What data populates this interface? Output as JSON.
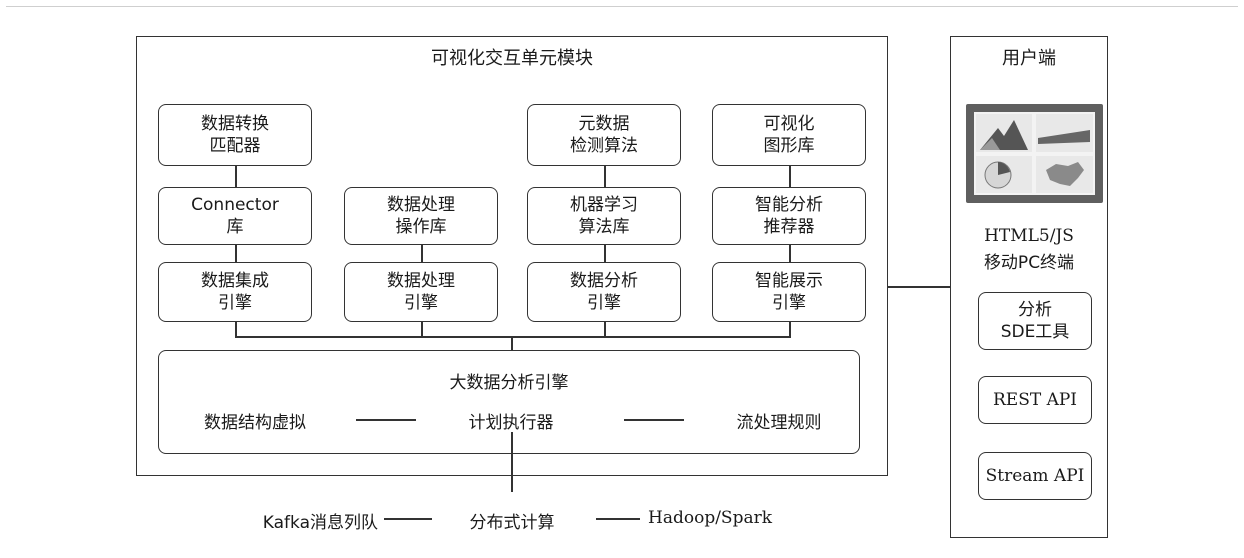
{
  "outer_module": {
    "title": "可视化交互单元模块"
  },
  "user_side": {
    "title": "用户端",
    "terminal_caption_line1": "HTML5/JS",
    "terminal_caption_line2": "移动PC终端",
    "tools": [
      "分析\nSDE工具",
      "REST API",
      "Stream API"
    ]
  },
  "columns": [
    {
      "top": "数据转换\n匹配器",
      "mid": "Connector\n库",
      "bottom": "数据集成\n引擎"
    },
    {
      "top": "",
      "mid": "数据处理\n操作库",
      "bottom": "数据处理\n引擎"
    },
    {
      "top": "元数据\n检测算法",
      "mid": "机器学习\n算法库",
      "bottom": "数据分析\n引擎"
    },
    {
      "top": "可视化\n图形库",
      "mid": "智能分析\n推荐器",
      "bottom": "智能展示\n引擎"
    }
  ],
  "engine": {
    "title": "大数据分析引擎",
    "left": "数据结构虚拟",
    "center": "计划执行器",
    "right": "流处理规则"
  },
  "bottom_row": {
    "left": "Kafka消息列队",
    "center": "分布式计算",
    "right": "Hadoop/Spark"
  }
}
